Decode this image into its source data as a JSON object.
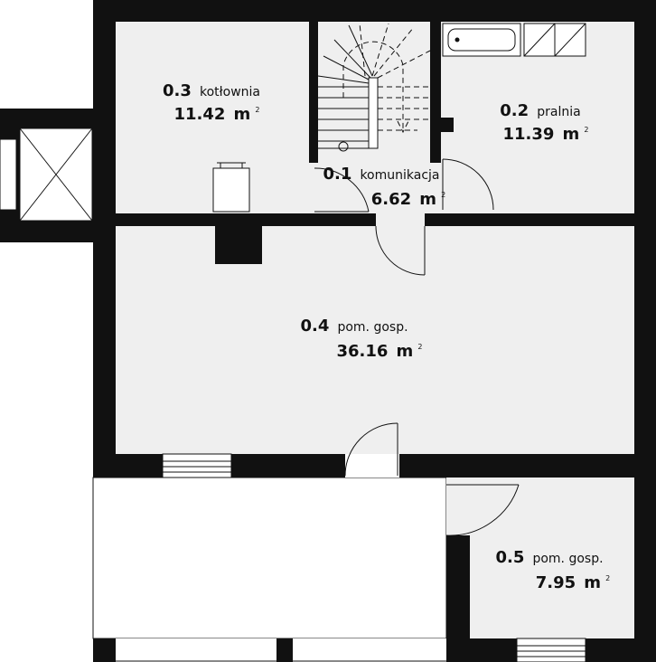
{
  "colors": {
    "wall": "#111111",
    "floor": "#efefef",
    "background": "#ffffff",
    "line": "#111111"
  },
  "rooms": [
    {
      "id": "komunikacja",
      "number": "0.1",
      "name": "komunikacja",
      "area": "6.62",
      "unit": "m",
      "unit_exp": "2"
    },
    {
      "id": "pralnia",
      "number": "0.2",
      "name": "pralnia",
      "area": "11.39",
      "unit": "m",
      "unit_exp": "2"
    },
    {
      "id": "kotlownia",
      "number": "0.3",
      "name": "kotłownia",
      "area": "11.42",
      "unit": "m",
      "unit_exp": "2"
    },
    {
      "id": "pom-gosp-large",
      "number": "0.4",
      "name": "pom. gosp.",
      "area": "36.16",
      "unit": "m",
      "unit_exp": "2"
    },
    {
      "id": "pom-gosp-small",
      "number": "0.5",
      "name": "pom. gosp.",
      "area": "7.95",
      "unit": "m",
      "unit_exp": "2"
    }
  ]
}
